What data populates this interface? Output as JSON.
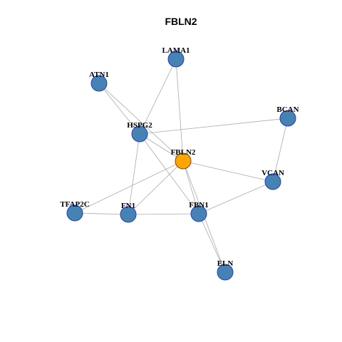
{
  "title": "FBLN2",
  "colors": {
    "hub_fill": "#FFA500",
    "hub_stroke": "#8B4500",
    "node_fill": "#4682B4",
    "node_stroke": "#1f3fc4",
    "edge": "#aaaaaa"
  },
  "nodes": [
    {
      "id": "FBLN2",
      "label": "FBLN2",
      "hub": true
    },
    {
      "id": "LAMA1",
      "label": "LAMA1",
      "hub": false
    },
    {
      "id": "ATN1",
      "label": "ATN1",
      "hub": false
    },
    {
      "id": "BCAN",
      "label": "BCAN",
      "hub": false
    },
    {
      "id": "HSPG2",
      "label": "HSPG2",
      "hub": false
    },
    {
      "id": "VCAN",
      "label": "VCAN",
      "hub": false
    },
    {
      "id": "TFAP2C",
      "label": "TFAP2C",
      "hub": false
    },
    {
      "id": "FN1",
      "label": "FN1",
      "hub": false
    },
    {
      "id": "FBN1",
      "label": "FBN1",
      "hub": false
    },
    {
      "id": "ELN",
      "label": "ELN",
      "hub": false
    }
  ],
  "edges": [
    [
      "FBLN2",
      "LAMA1"
    ],
    [
      "FBLN2",
      "HSPG2"
    ],
    [
      "FBLN2",
      "VCAN"
    ],
    [
      "FBLN2",
      "TFAP2C"
    ],
    [
      "FBLN2",
      "FN1"
    ],
    [
      "FBLN2",
      "FBN1"
    ],
    [
      "FBLN2",
      "ELN"
    ],
    [
      "FBLN2",
      "ATN1"
    ],
    [
      "LAMA1",
      "HSPG2"
    ],
    [
      "ATN1",
      "HSPG2"
    ],
    [
      "HSPG2",
      "BCAN"
    ],
    [
      "HSPG2",
      "FN1"
    ],
    [
      "HSPG2",
      "FBN1"
    ],
    [
      "BCAN",
      "VCAN"
    ],
    [
      "VCAN",
      "FBN1"
    ],
    [
      "TFAP2C",
      "FN1"
    ],
    [
      "FN1",
      "FBN1"
    ],
    [
      "FBN1",
      "ELN"
    ]
  ]
}
